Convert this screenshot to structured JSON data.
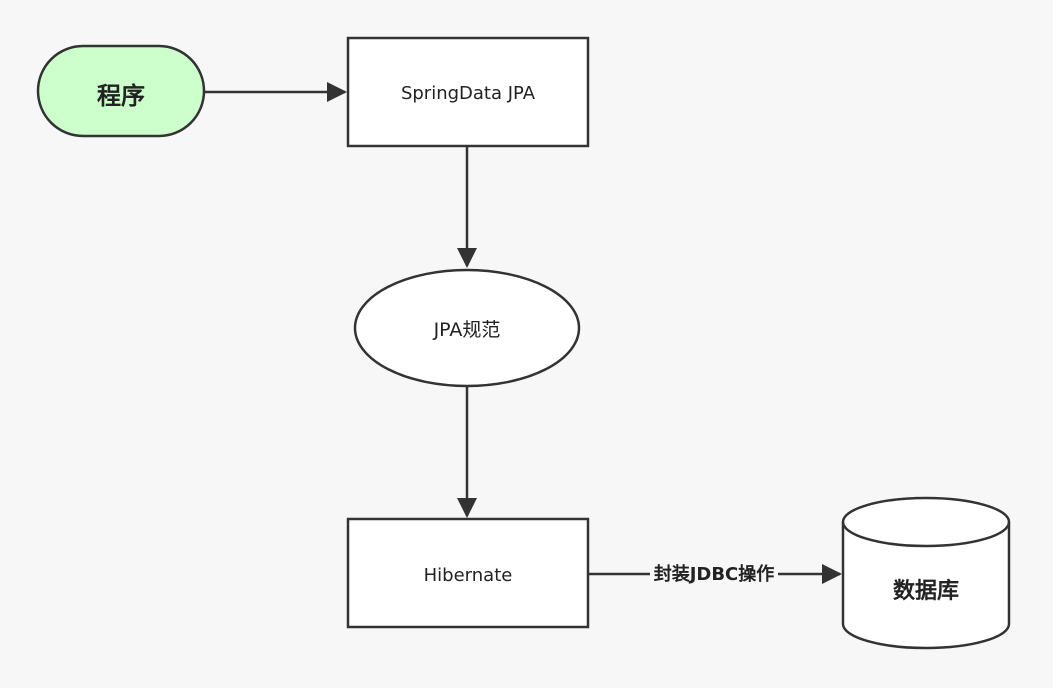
{
  "nodes": {
    "program": {
      "label": "程序",
      "fill": "#ccffcc"
    },
    "springdata": {
      "label": "SpringData JPA",
      "fill": "#ffffff"
    },
    "jpa_spec": {
      "label": "JPA规范",
      "fill": "#ffffff"
    },
    "hibernate": {
      "label": "Hibernate",
      "fill": "#ffffff"
    },
    "database": {
      "label": "数据库",
      "fill": "#ffffff"
    }
  },
  "edges": {
    "program_to_springdata": {
      "label": ""
    },
    "springdata_to_jpa": {
      "label": ""
    },
    "jpa_to_hibernate": {
      "label": ""
    },
    "hibernate_to_database": {
      "label": "封装JDBC操作"
    }
  },
  "colors": {
    "stroke": "#333333",
    "background": "#f7f7f7"
  }
}
